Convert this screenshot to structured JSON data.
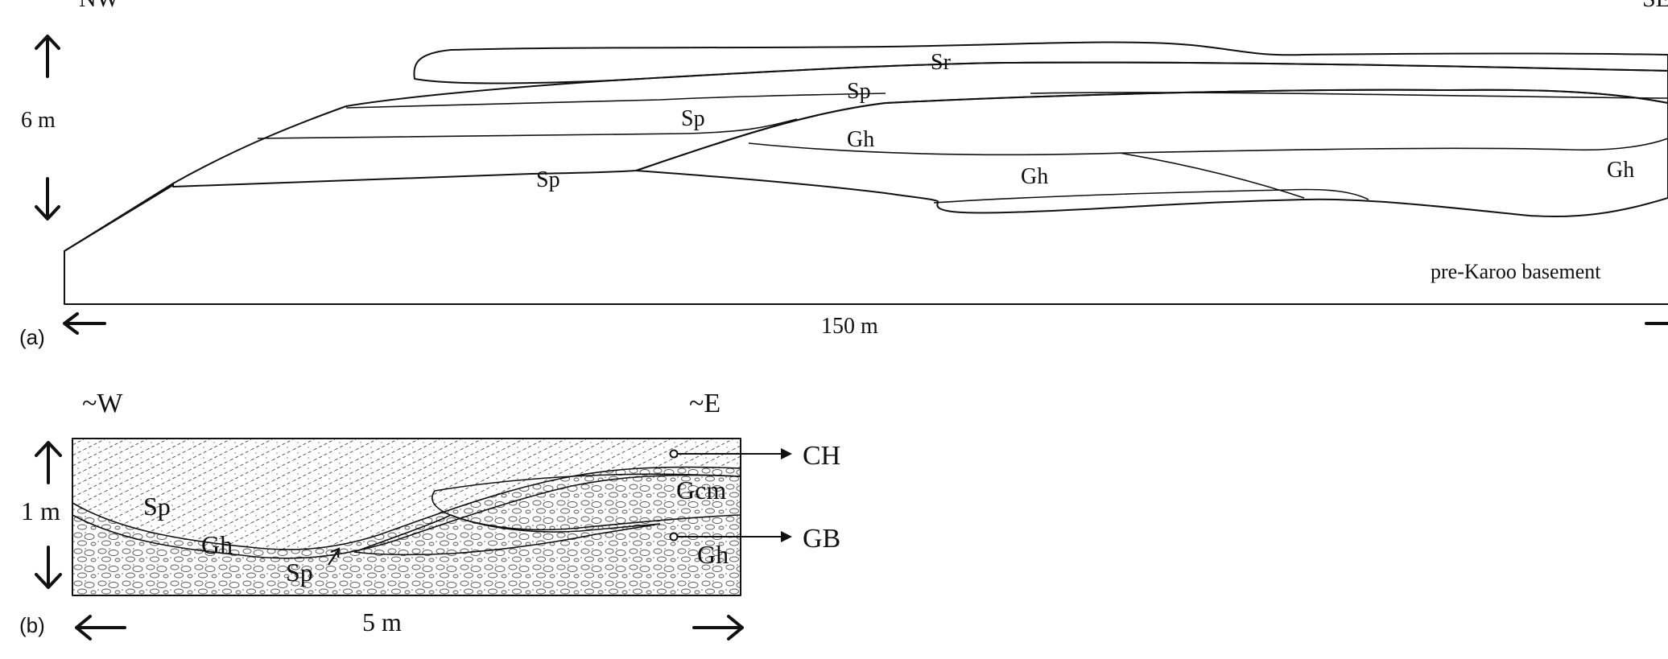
{
  "panel_a": {
    "label": "(a)",
    "orient_left": "NW",
    "orient_right": "SE",
    "vertical_scale": "6 m",
    "horizontal_scale": "150 m",
    "basement": "pre-Karoo basement",
    "units": {
      "sr": "Sr",
      "sp_upper": "Sp",
      "sp_middle": "Sp",
      "sp_lower": "Sp",
      "gh_left": "Gh",
      "gh_middle": "Gh",
      "gh_right": "Gh"
    }
  },
  "panel_b": {
    "label": "(b)",
    "orient_left": "~W",
    "orient_right": "~E",
    "vertical_scale": "1 m",
    "horizontal_scale": "5 m",
    "units": {
      "sp_top": "Sp",
      "gh_thin": "Gh",
      "sp_lens": "Sp",
      "gcm": "Gcm",
      "gh_base": "Gh"
    },
    "samples": {
      "ch": "CH",
      "gb": "GB"
    }
  }
}
